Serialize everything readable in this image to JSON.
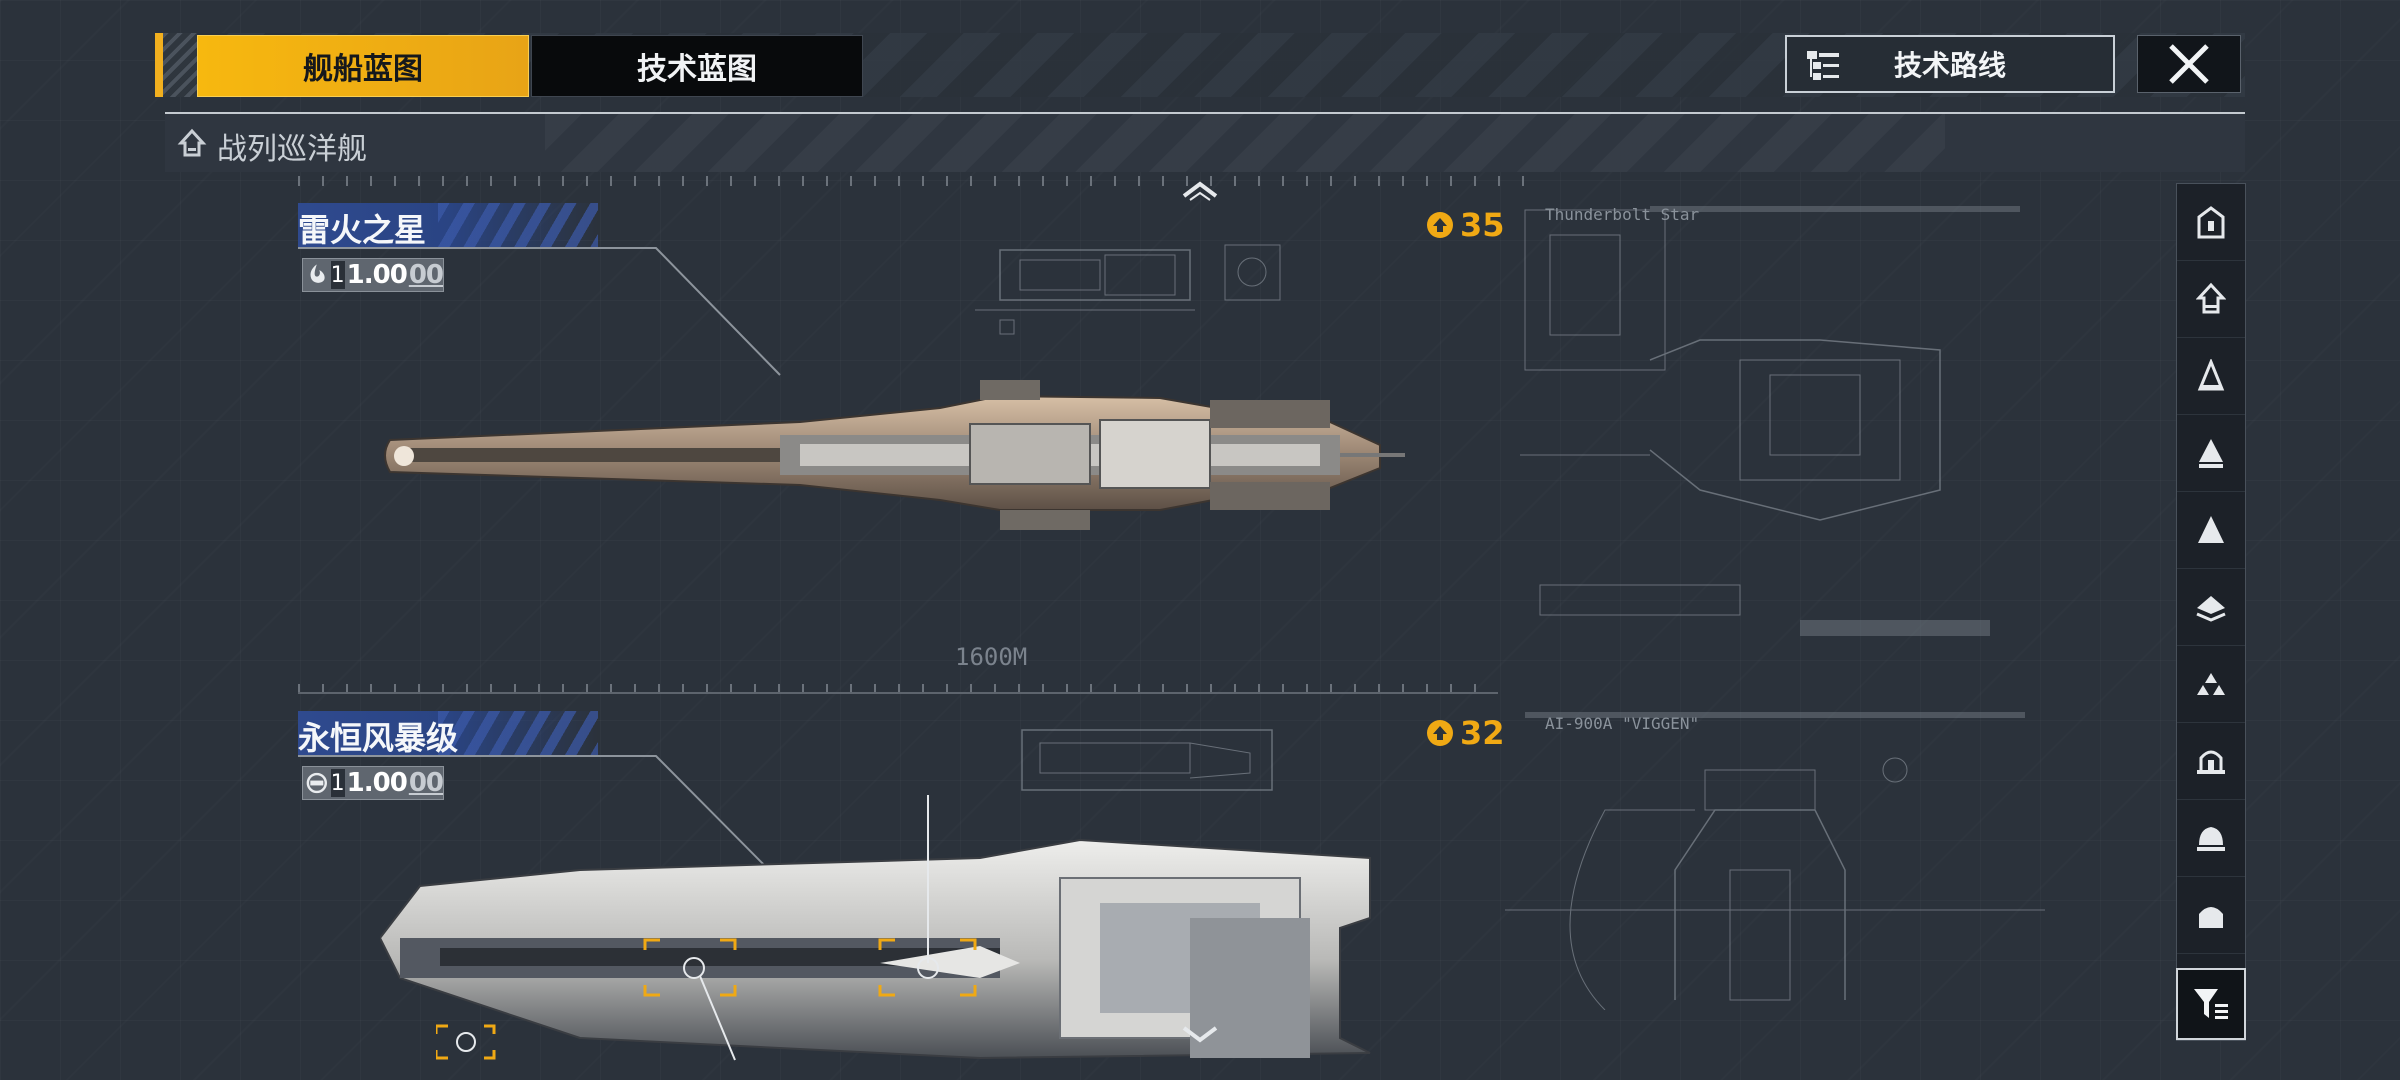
{
  "tabs": {
    "ship_blueprint": "舰船蓝图",
    "tech_blueprint": "技术蓝图"
  },
  "header": {
    "tech_route": "技术路线"
  },
  "category": {
    "label": "战列巡洋舰"
  },
  "ships": [
    {
      "name": "雷火之星",
      "level_num": "1",
      "level_value": "1.00",
      "level_suffix": "00",
      "cost": "35",
      "schematic_label": "Thunderbolt Star",
      "scale": "1600M"
    },
    {
      "name": "永恒风暴级",
      "level_num": "1",
      "level_value": "1.00",
      "level_suffix": "00",
      "cost": "32",
      "schematic_label": "AI-900A \"VIGGEN\""
    }
  ],
  "sidebar": {
    "items": [
      "building-icon",
      "carrier-icon",
      "cruiser-icon",
      "destroyer-icon",
      "frigate-icon",
      "layer-icon",
      "group-icon",
      "station-icon",
      "dome-icon",
      "arch-icon"
    ]
  },
  "colors": {
    "accent": "#f2b01f",
    "name_plate": "#2f4a8f",
    "cost": "#f0a914"
  }
}
